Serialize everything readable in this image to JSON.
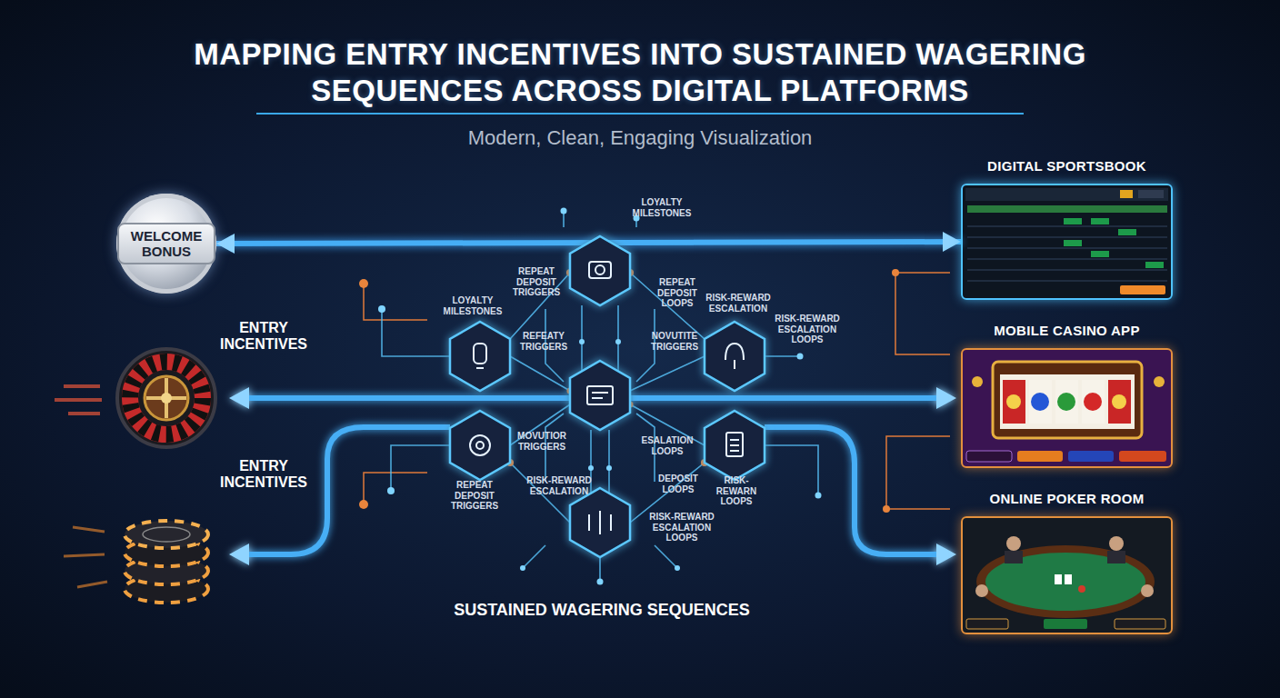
{
  "diagram": {
    "title": "MAPPING ENTRY INCENTIVES INTO SUSTAINED WAGERING SEQUENCES ACROSS DIGITAL PLATFORMS",
    "nodes": [
      {
        "text": [
          "WELCOME BONUS"
        ]
      },
      {
        "text": [
          "DIGITAL SPORTSBOOK"
        ]
      },
      {
        "text": [
          "MOBILE CASINO APP"
        ]
      },
      {
        "text": [
          "ONLINE POKER ROOM"
        ]
      }
    ],
    "edges": [
      {
        "from": 0,
        "to": 1,
        "arrow": "both"
      }
    ],
    "labels": [
      "Modern, Clean, Engaging Visualization",
      "ENTRY INCENTIVES",
      "ENTRY INCENTIVES",
      "LOYALTY MILESTONES",
      "LOYALTY MILESTONES",
      "REPEAT DEPOSIT TRIGGERS",
      "REPEAT DEPOSIT LOOPS",
      "RISK-REWARD ESCALATION",
      "RISK-REWARD ESCALATION LOOPS",
      "REFEATY TRIGGERS",
      "NOVUTITE TRIGGERS",
      "MOVUTIOR TRIGGERS",
      "ESALATION LOOPS",
      "REPEAT DEPOSIT TRIGGERS",
      "RISK-REWARD ESCALATION",
      "DEPOSIT LOOPS",
      "RISK-REWARN LOOPS",
      "RISK-REWARD ESCALATION LOOPS",
      "SUSTAINED WAGERING SEQUENCES"
    ]
  }
}
